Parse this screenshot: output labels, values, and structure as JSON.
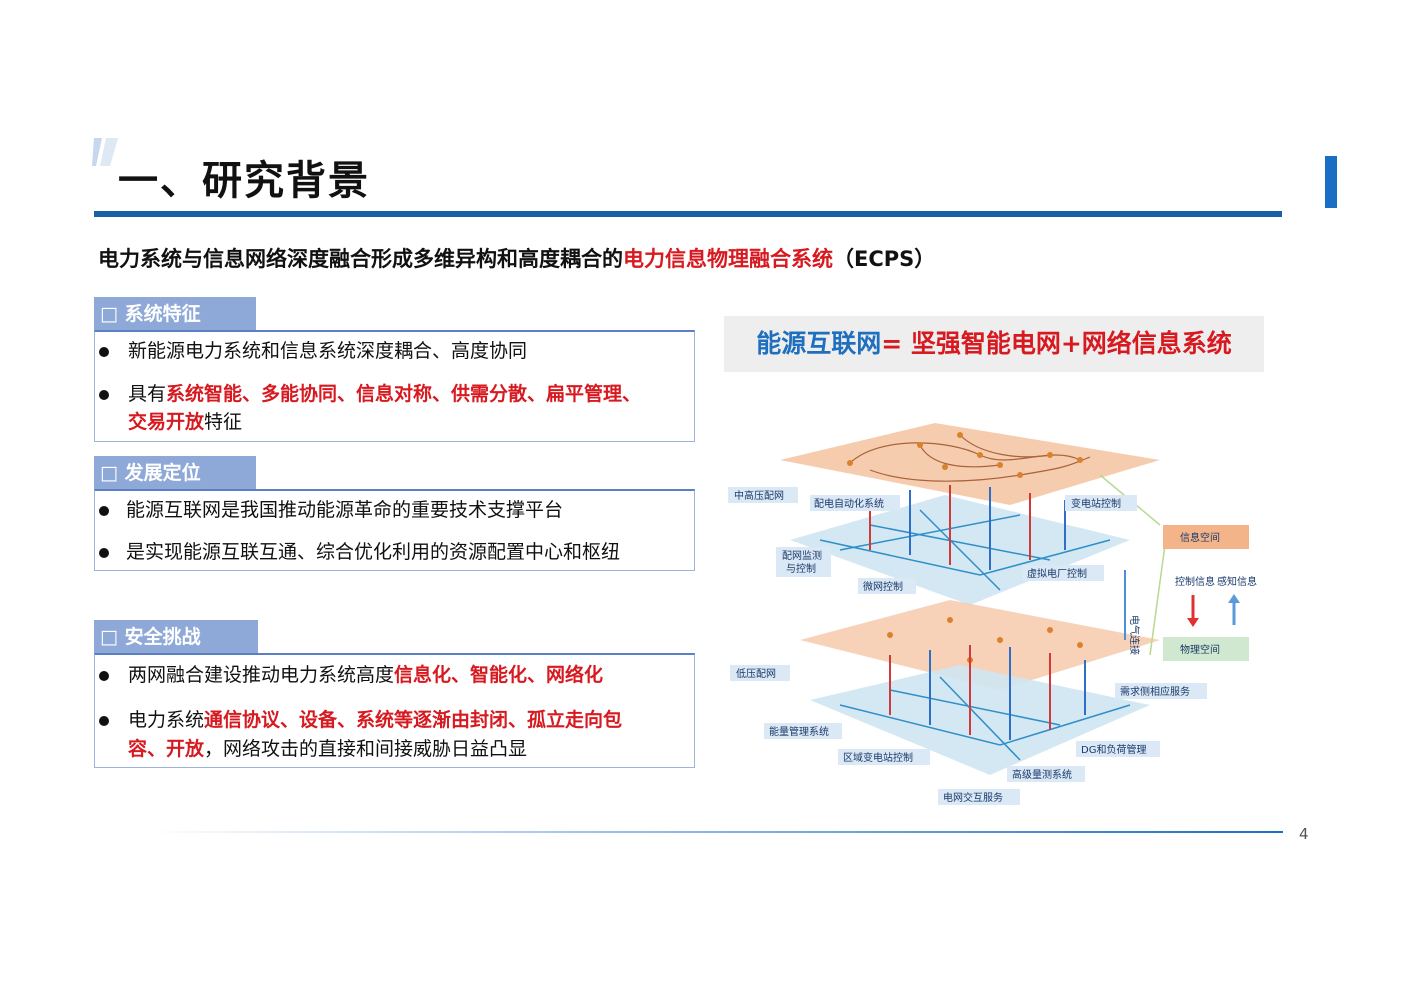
{
  "slide": {
    "title": "一、研究背景",
    "subtitle_plain": "电力系统与信息网络深度融合形成多维异构和高度耦合的",
    "subtitle_highlight": "电力信息物理融合系统",
    "subtitle_suffix": "（ECPS）",
    "page_number": "4"
  },
  "sections": [
    {
      "heading": "□ 系统特征",
      "bullets": [
        {
          "parts": [
            {
              "t": "新能源电力系统和信息系统深度耦合、高度协同",
              "red": false
            }
          ]
        },
        {
          "parts": [
            {
              "t": "具有",
              "red": false
            },
            {
              "t": "系统智能、多能协同、信息对称、供需分散、扁平管理、",
              "red": true
            }
          ]
        },
        {
          "parts": [
            {
              "t": "交易开放",
              "red": true
            },
            {
              "t": "特征",
              "red": false
            }
          ]
        }
      ]
    },
    {
      "heading": "□ 发展定位",
      "bullets": [
        {
          "parts": [
            {
              "t": "能源互联网是我国推动能源革命的重要技术支撑平台",
              "red": false
            }
          ]
        },
        {
          "parts": [
            {
              "t": "是实现能源互联互通、综合优化利用的资源配置中心和枢纽",
              "red": false
            }
          ]
        }
      ]
    },
    {
      "heading": "□ 安全挑战",
      "bullets": [
        {
          "parts": [
            {
              "t": "两网融合建设推动电力系统高度",
              "red": false
            },
            {
              "t": "信息化、智能化、网络化",
              "red": true
            }
          ]
        },
        {
          "parts": [
            {
              "t": "电力系统",
              "red": false
            },
            {
              "t": "通信协议、设备、系统等逐渐由封闭、孤立走向包",
              "red": true
            }
          ]
        },
        {
          "parts": [
            {
              "t": "容、开放",
              "red": true
            },
            {
              "t": "，网络攻击的直接和间接威胁日益凸显",
              "red": false
            }
          ]
        }
      ]
    }
  ],
  "equation": {
    "left": "能源互联网",
    "right": "= 坚强智能电网+网络信息系统"
  },
  "diagram": {
    "labels": {
      "mid_high": "中高压配网",
      "dist_auto": "配电自动化系统",
      "substation": "变电站控制",
      "dist_monitor_1": "配网监测",
      "dist_monitor_2": "与控制",
      "microgrid": "微网控制",
      "vpp": "虚拟电厂控制",
      "info_space": "信息空间",
      "ctrl_info": "控制信息",
      "sense_info": "感知信息",
      "phys_space": "物理空间",
      "low_voltage": "低压配网",
      "demand_resp": "需求侧相应服务",
      "energy_mgmt": "能量管理系统",
      "regional_sub": "区域变电站控制",
      "dg_load": "DG和负荷管理",
      "ami": "高级量测系统",
      "grid_interact": "电网交互服务",
      "electric_link": "电气连接"
    },
    "colors": {
      "plane": "#f4c3a0",
      "grid": "#cfe6f2",
      "label_bg": "#dbe8f5",
      "info_box": "#f4b48a",
      "phys_box": "#cfe8cf"
    }
  }
}
